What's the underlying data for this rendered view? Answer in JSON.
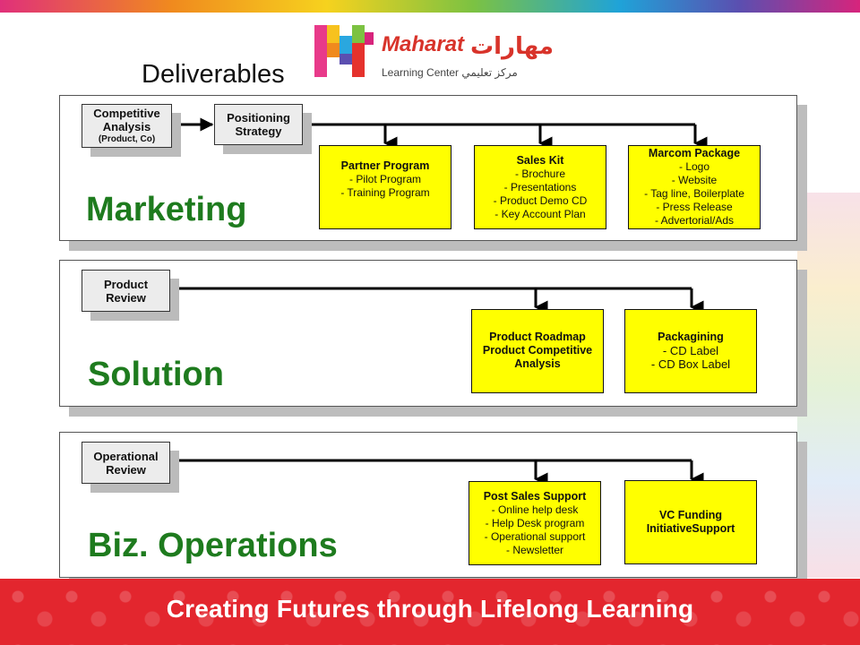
{
  "header": {
    "logo": {
      "latin_name": "Maharat",
      "arabic_name": "مهارات",
      "subtitle": "Learning Center مركز تعليمي"
    },
    "title": "Deliverables"
  },
  "sections": [
    {
      "label": "Marketing",
      "inputs": [
        {
          "lines": [
            "Competitive",
            "Analysis"
          ],
          "small": "(Product, Co)"
        },
        {
          "lines": [
            "Positioning",
            "Strategy"
          ]
        }
      ],
      "outputs": [
        {
          "title": "Partner Program",
          "items": [
            "- Pilot Program",
            "- Training Program"
          ]
        },
        {
          "title": "Sales Kit",
          "items": [
            "- Brochure",
            "- Presentations",
            "- Product Demo CD",
            "- Key Account Plan"
          ]
        },
        {
          "title": "Marcom Package",
          "items": [
            "- Logo",
            "- Website",
            "- Tag line, Boilerplate",
            "- Press Release",
            "- Advertorial/Ads"
          ]
        }
      ]
    },
    {
      "label": "Solution",
      "inputs": [
        {
          "lines": [
            "Product",
            "Review"
          ]
        }
      ],
      "outputs": [
        {
          "title_lines": [
            "Product Roadmap",
            "Product Competitive",
            "Analysis"
          ]
        },
        {
          "title": "Packagining",
          "items": [
            "- CD Label",
            "- CD Box Label"
          ]
        }
      ]
    },
    {
      "label": "Biz. Operations",
      "inputs": [
        {
          "lines": [
            "Operational",
            "Review"
          ]
        }
      ],
      "outputs": [
        {
          "title": "Post Sales Support",
          "items": [
            "- Online help desk",
            "- Help Desk program",
            "- Operational support",
            "- Newsletter"
          ]
        },
        {
          "title_lines": [
            "VC Funding",
            "InitiativeSupport"
          ]
        }
      ]
    }
  ],
  "footer": {
    "tagline": "Creating Futures through Lifelong Learning"
  }
}
